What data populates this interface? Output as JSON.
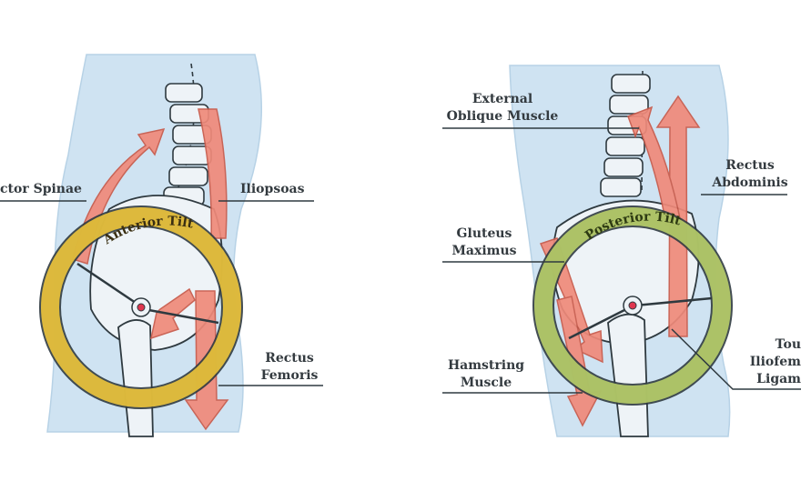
{
  "colors": {
    "body_bg": "#cfe3f2",
    "bone": "#eef3f7",
    "outline": "#2f3a40",
    "muscle": "#f08a7a",
    "anterior_ring": "#f2c83a",
    "posterior_ring": "#bcd36a",
    "joint": "#e0364f"
  },
  "icons": [
    "spine-icon",
    "pelvis-icon",
    "femur-icon",
    "muscle-arrow-icon",
    "tilt-ring-icon"
  ],
  "left": {
    "ring_label": "Anterior Tilt",
    "labels": {
      "erector_spinae": "ctor Spinae",
      "iliopsoas": "Iliopsoas",
      "rectus_femoris_1": "Rectus",
      "rectus_femoris_2": "Femoris"
    }
  },
  "right": {
    "ring_label": "Posterior Tilt",
    "labels": {
      "external_oblique_1": "External",
      "external_oblique_2": "Oblique Muscle",
      "rectus_abdominis_1": "Rectus",
      "rectus_abdominis_2": "Abdominis",
      "gluteus_maximus_1": "Gluteus",
      "gluteus_maximus_2": "Maximus",
      "hamstring_1": "Hamstring",
      "hamstring_2": "Muscle",
      "ligament_1": "Tou",
      "ligament_2": "Iliofem",
      "ligament_3": "Ligam"
    }
  }
}
